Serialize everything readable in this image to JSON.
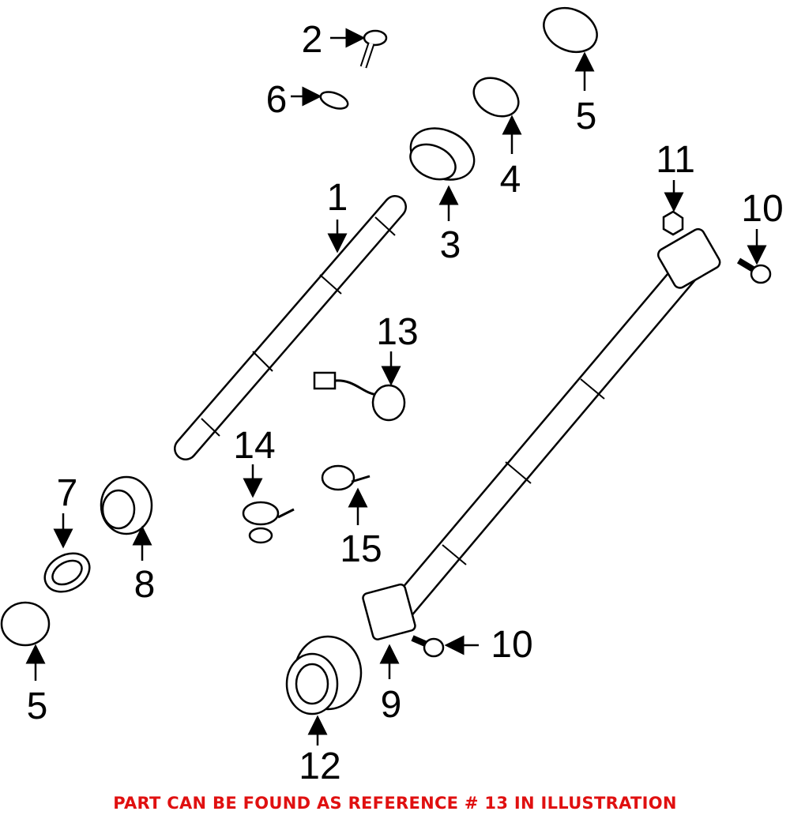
{
  "callouts": [
    {
      "id": "1",
      "label": "1"
    },
    {
      "id": "2",
      "label": "2"
    },
    {
      "id": "3",
      "label": "3"
    },
    {
      "id": "4",
      "label": "4"
    },
    {
      "id": "5a",
      "label": "5"
    },
    {
      "id": "5b",
      "label": "5"
    },
    {
      "id": "6",
      "label": "6"
    },
    {
      "id": "7",
      "label": "7"
    },
    {
      "id": "8",
      "label": "8"
    },
    {
      "id": "9",
      "label": "9"
    },
    {
      "id": "10a",
      "label": "10"
    },
    {
      "id": "10b",
      "label": "10"
    },
    {
      "id": "11",
      "label": "11"
    },
    {
      "id": "12",
      "label": "12"
    },
    {
      "id": "13",
      "label": "13"
    },
    {
      "id": "14",
      "label": "14"
    },
    {
      "id": "15",
      "label": "15"
    }
  ],
  "footer_note": "PART CAN BE FOUND AS REFERENCE # 13 IN ILLUSTRATION",
  "colors": {
    "note": "#e01010",
    "line": "#000000"
  }
}
